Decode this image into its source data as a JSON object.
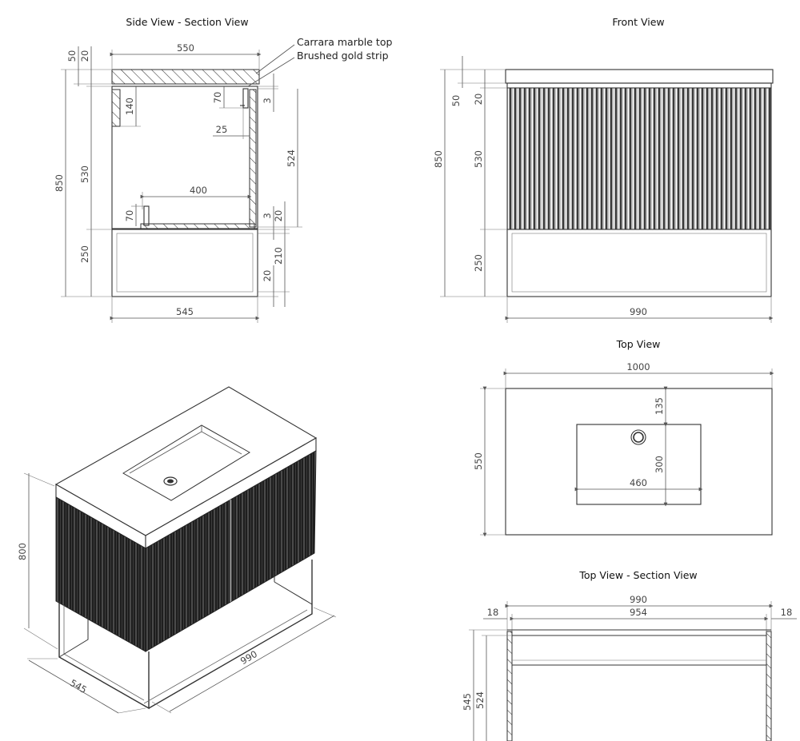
{
  "titles": {
    "side_section": "Side View - Section View",
    "front": "Front View",
    "top": "Top View",
    "top_section": "Top View - Section View"
  },
  "notes": {
    "marble_top": "Carrara marble top",
    "gold_strip": "Brushed gold strip"
  },
  "side_view": {
    "top_width": "550",
    "base_width": "545",
    "overall_height": "850",
    "top_thickness": "50",
    "gap_20": "20",
    "cabinet_height": "530",
    "frame_height": "250",
    "back_panel": "140",
    "strip_height": "70",
    "strip_offset": "25",
    "inner_depth": "400",
    "lower_strip": "70",
    "reveal_top": "3",
    "inner_height": "524",
    "reveal_bottom": "3",
    "shelf_gap": "20",
    "frame_inner": "210",
    "frame_base": "20"
  },
  "front_view": {
    "overall_height": "850",
    "top_thickness": "50",
    "gap_20": "20",
    "cabinet_height": "530",
    "frame_height": "250",
    "width": "990"
  },
  "top_view": {
    "width": "1000",
    "depth": "550",
    "tap_offset": "135",
    "basin_depth": "300",
    "basin_width": "460"
  },
  "iso_view": {
    "height": "800",
    "width": "990",
    "depth": "545"
  },
  "top_section": {
    "outer": "990",
    "inner": "954",
    "side_left": "18",
    "side_right": "18",
    "depth": "545",
    "inner_depth": "524"
  }
}
